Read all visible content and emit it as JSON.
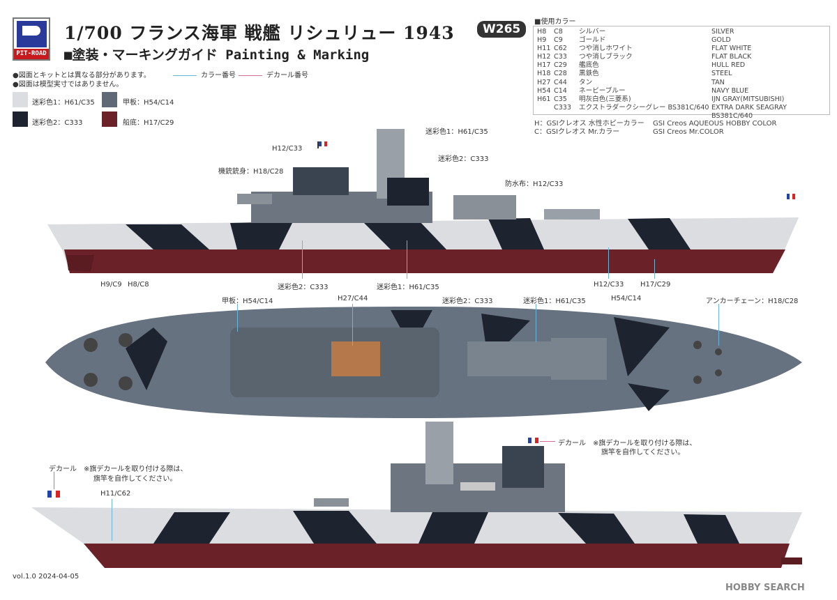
{
  "header": {
    "logo_text": "PIT-ROAD",
    "title": "1/700 フランス海軍 戦艦 リシュリュー 1943",
    "code": "W265",
    "subtitle": "■塗装・マーキングガイド Painting & Marking"
  },
  "notes": [
    "●図面とキットとは異なる部分があります。",
    "●図面は模型実寸ではありません。"
  ],
  "legend": {
    "color_number": "カラー番号",
    "decal_number": "デカール番号",
    "color_line": "#6ab4e0",
    "decal_line": "#d06a9a"
  },
  "swatches": [
    {
      "label": "迷彩色1：H61/C35",
      "color": "#dcdde0"
    },
    {
      "label": "甲板：H54/C14",
      "color": "#5f6a76"
    },
    {
      "label": "迷彩色2：C333",
      "color": "#1d2430"
    },
    {
      "label": "船底：H17/C29",
      "color": "#6a2228"
    }
  ],
  "colors": {
    "title": "■使用カラー",
    "rows": [
      [
        "H8",
        "C8",
        "シルバー",
        "SILVER"
      ],
      [
        "H9",
        "C9",
        "ゴールド",
        "GOLD"
      ],
      [
        "H11",
        "C62",
        "つや消しホワイト",
        "FLAT WHITE"
      ],
      [
        "H12",
        "C33",
        "つや消しブラック",
        "FLAT BLACK"
      ],
      [
        "H17",
        "C29",
        "艦底色",
        "HULL RED"
      ],
      [
        "H18",
        "C28",
        "黒鉄色",
        "STEEL"
      ],
      [
        "H27",
        "C44",
        "タン",
        "TAN"
      ],
      [
        "H54",
        "C14",
        "ネービーブルー",
        "NAVY BLUE"
      ],
      [
        "H61",
        "C35",
        "明灰白色(三菱系)",
        "IJN GRAY(MITSUBISHI)"
      ],
      [
        "",
        "C333",
        "エクストラダークシーグレー BS381C/640",
        "EXTRA DARK SEAGRAY BS381C/640"
      ]
    ],
    "brand_notes": [
      [
        "H：GSIクレオス 水性ホビーカラー",
        "GSI Creos AQUEOUS HOBBY COLOR"
      ],
      [
        "C：GSIクレオス Mr.カラー",
        "GSI Creos Mr.COLOR"
      ]
    ]
  },
  "side_view": {
    "callouts": [
      "迷彩色1：H61/C35",
      "H12/C33",
      "迷彩色2：C333",
      "機銃銃身：H18/C28",
      "防水布：H12/C33",
      "H9/C9",
      "H8/C8",
      "迷彩色2：C333",
      "迷彩色1：H61/C35",
      "H12/C33",
      "H17/C29"
    ]
  },
  "top_view": {
    "callouts": [
      "甲板：H54/C14",
      "H27/C44",
      "迷彩色2：C333",
      "迷彩色1：H61/C35",
      "H54/C14",
      "アンカーチェーン：H18/C28"
    ]
  },
  "other_side": {
    "decal_left": "デカール",
    "note_left": [
      "※旗デカールを取り付ける際は、",
      "旗竿を自作してください。"
    ],
    "callout_h11": "H11/C62",
    "decal_right": "デカール",
    "note_right": [
      "※旗デカールを取り付ける際は、",
      "旗竿を自作してください。"
    ]
  },
  "footer": {
    "version": "vol.1.0 2024-04-05",
    "watermark": "HOBBY SEARCH"
  }
}
